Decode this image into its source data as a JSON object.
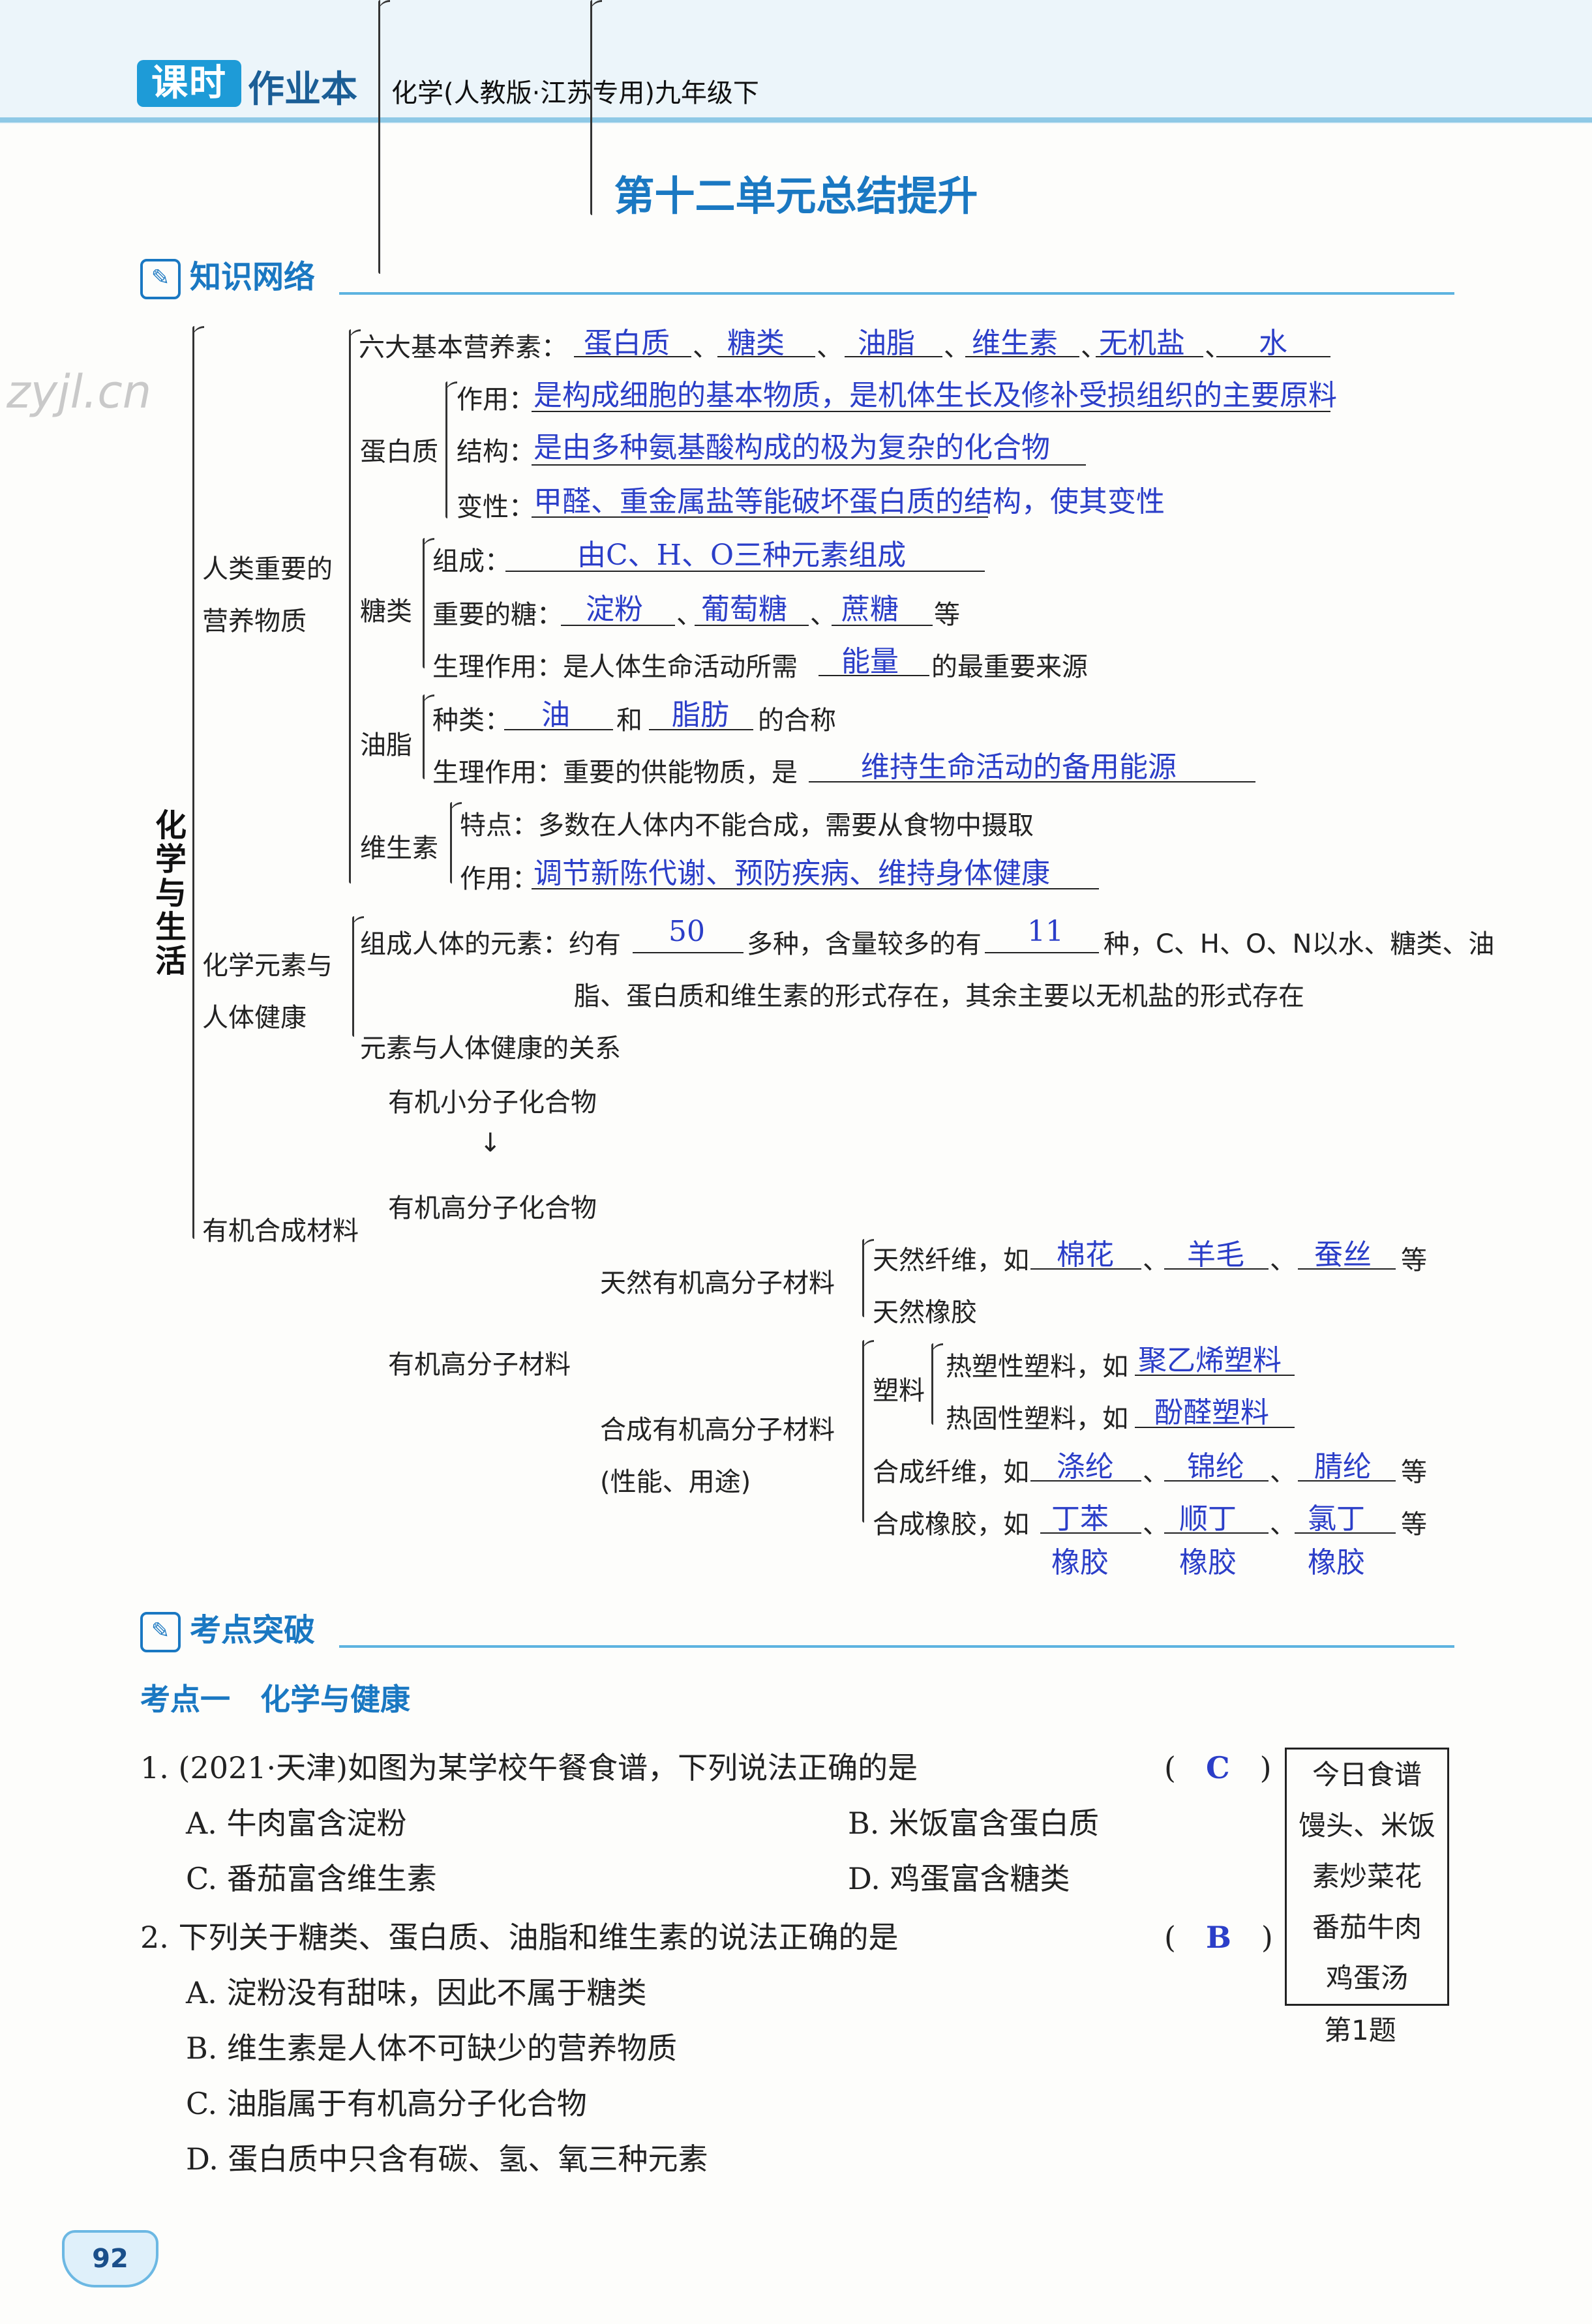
{
  "header": {
    "logo_main": "课时",
    "logo_rest": "作业本",
    "book": "化学(人教版·江苏专用)九年级下"
  },
  "watermark": "zyjl.cn",
  "title": "第十二单元总结提升",
  "section1": "知识网络",
  "section2": "考点突破",
  "kaodian": "考点一　化学与健康",
  "root": "化学与生活",
  "n": {
    "rlyy": "人类重要的",
    "yycwz": "营养物质",
    "liuda": "六大基本营养素：",
    "ans6": [
      "蛋白质",
      "糖类",
      "油脂",
      "维生素",
      "无机盐",
      "水"
    ],
    "dbz": "蛋白质",
    "zy": "作用：",
    "jg": "结构：",
    "bx": "变性：",
    "dbz_zy": "是构成细胞的基本物质，是机体生长及修补受损组织的主要原料",
    "dbz_jg": "是由多种氨基酸构成的极为复杂的化合物",
    "dbz_bx": "甲醛、重金属盐等能破坏蛋白质的结构，使其变性",
    "tl": "糖类",
    "zc": "组成：",
    "tl_zc": "由C、H、O三种元素组成",
    "zyt": "重要的糖：",
    "sugars": [
      "淀粉",
      "葡萄糖",
      "蔗糖"
    ],
    "deng": "等",
    "slzy1": "生理作用：是人体生命活动所需",
    "nl": "能量",
    "slzy1b": "的最重要来源",
    "yz": "油脂",
    "zl": "种类：",
    "you": "油",
    "he": "和",
    "zf": "脂肪",
    "hc": "的合称",
    "slzy2": "生理作用：重要的供能物质，是",
    "yz_ans": "维持生命活动的备用能源",
    "wss": "维生素",
    "td": "特点：多数在人体内不能合成，需要从食物中摄取",
    "zy2": "作用：",
    "wss_zy": "调节新陈代谢、预防疾病、维持身体健康",
    "hxys1": "化学元素与",
    "hxys2": "人体健康",
    "zcrt": "组成人体的元素：约有",
    "n50": "50",
    "zz": "多种，含量较多的有",
    "n11": "11",
    "zrest": "种，C、H、O、N以水、糖类、油",
    "zline2": "脂、蛋白质和维生素的形式存在，其余主要以无机盐的形式存在",
    "ysgx": "元素与人体健康的关系",
    "yjhc": "有机合成材料",
    "xfz": "有机小分子化合物",
    "arrow": "↓",
    "gfz1": "有机高分子化合物",
    "gfzcl": "有机高分子材料",
    "trgf": "天然有机高分子材料",
    "trxw": "天然纤维，如",
    "fibers": [
      "棉花",
      "羊毛",
      "蚕丝"
    ],
    "trxj": "天然橡胶",
    "hcgf": "合成有机高分子材料",
    "xnyt": "(性能、用途)",
    "sl": "塑料",
    "rsx": "热塑性塑料，如",
    "rsx_a": "聚乙烯塑料",
    "rgx": "热固性塑料，如",
    "rgx_a": "酚醛塑料",
    "hcxw": "合成纤维，如",
    "synfibers": [
      "涤纶",
      "锦纶",
      "腈纶"
    ],
    "hcxj": "合成橡胶，如",
    "rubbers_top": [
      "丁苯",
      "顺丁",
      "氯丁"
    ],
    "rubbers_bot": [
      "橡胶",
      "橡胶",
      "橡胶"
    ]
  },
  "q1": {
    "stem": "1. (2021·天津)如图为某学校午餐食谱，下列说法正确的是",
    "answer": "C",
    "A": "A. 牛肉富含淀粉",
    "B": "B. 米饭富含蛋白质",
    "C": "C. 番茄富含维生素",
    "D": "D. 鸡蛋富含糖类"
  },
  "q2": {
    "stem": "2. 下列关于糖类、蛋白质、油脂和维生素的说法正确的是",
    "answer": "B",
    "A": "A. 淀粉没有甜味，因此不属于糖类",
    "B": "B. 维生素是人体不可缺少的营养物质",
    "C": "C. 油脂属于有机高分子化合物",
    "D": "D. 蛋白质中只含有碳、氢、氧三种元素"
  },
  "menu": {
    "items": [
      "今日食谱",
      "馒头、米饭",
      "素炒菜花",
      "番茄牛肉",
      "鸡蛋汤"
    ],
    "caption": "第1题"
  },
  "page_number": "92"
}
